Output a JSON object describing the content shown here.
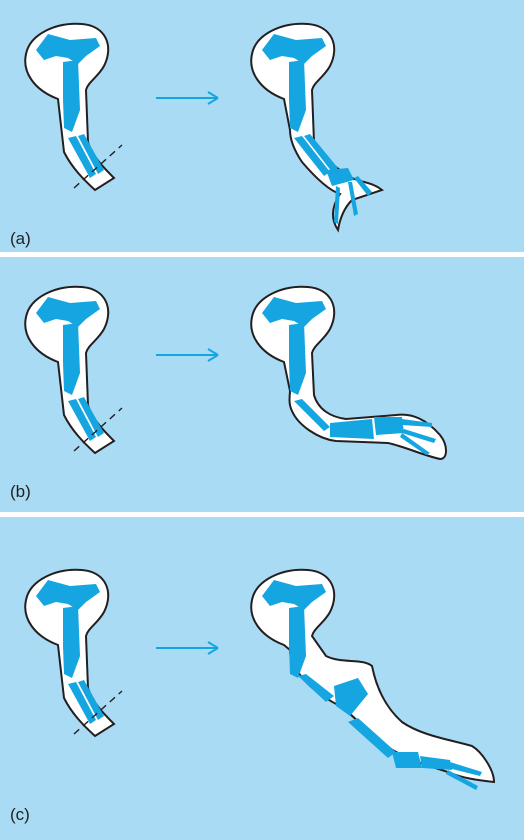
{
  "colors": {
    "background": "#a9dcf4",
    "bone": "#15a6e2",
    "arrow": "#15a6e2",
    "outline": "#231f20",
    "limb_fill": "#ffffff"
  },
  "panels": [
    {
      "label": "(a)"
    },
    {
      "label": "(b)"
    },
    {
      "label": "(c)"
    }
  ]
}
